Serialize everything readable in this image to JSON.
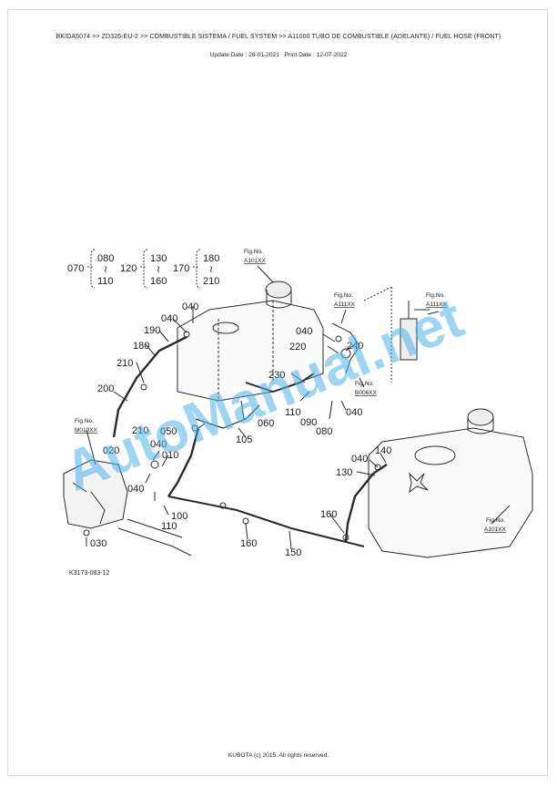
{
  "header": {
    "breadcrumb": "BKIDA5074 >> ZD326-EU-2 >> COMBUSTIBLE SISTEMA / FUEL SYSTEM >> A11000   TUBO DE COMBUSTIBLE (ADELANTE) / FUEL HOSE (FRONT)",
    "update_date": "Update Date : 28-01-2021",
    "print_date": "Print Date : 12-07-2022"
  },
  "diagram": {
    "range_groups": [
      {
        "start": "070",
        "from": "080",
        "to": "110"
      },
      {
        "start": "120",
        "from": "130",
        "to": "160"
      },
      {
        "start": "170",
        "from": "180",
        "to": "210"
      }
    ],
    "tilde": "≀",
    "fig_refs": {
      "top_tank": {
        "prefix": "Fig.No.",
        "code": "A101XX"
      },
      "filter_a": {
        "prefix": "Fig.No.",
        "code": "A111XX"
      },
      "filter_b": {
        "prefix": "Fig.No.",
        "code": "A111XX"
      },
      "mid": {
        "prefix": "Fig.No.",
        "code": "B006XX"
      },
      "left": {
        "prefix": "Fig.No.",
        "code": "M010XX"
      },
      "right_tank": {
        "prefix": "Fig.No.",
        "code": "A101XX"
      }
    },
    "part_labels": {
      "p040_a": "040",
      "p040_b": "040",
      "p190": "190",
      "p180": "180",
      "p210_a": "210",
      "p200": "200",
      "p040_c": "040",
      "p220": "220",
      "p240": "240",
      "p230": "230",
      "p110_a": "110",
      "p090": "090",
      "p080": "080",
      "p040_d": "040",
      "p060": "060",
      "p210_b": "210",
      "p050": "050",
      "p105": "105",
      "p040_e": "040",
      "p020": "020",
      "p010": "010",
      "p040_f": "040",
      "p100": "100",
      "p110_b": "110",
      "p030": "030",
      "p160_a": "160",
      "p150": "150",
      "p160_b": "160",
      "p040_g": "040",
      "p140": "140",
      "p130": "130"
    },
    "figure_code": "K3173-083-12",
    "watermark": "AutoManual.net"
  },
  "footer": {
    "copyright": "KUBOTA (c) 2015. All rights reserved."
  }
}
